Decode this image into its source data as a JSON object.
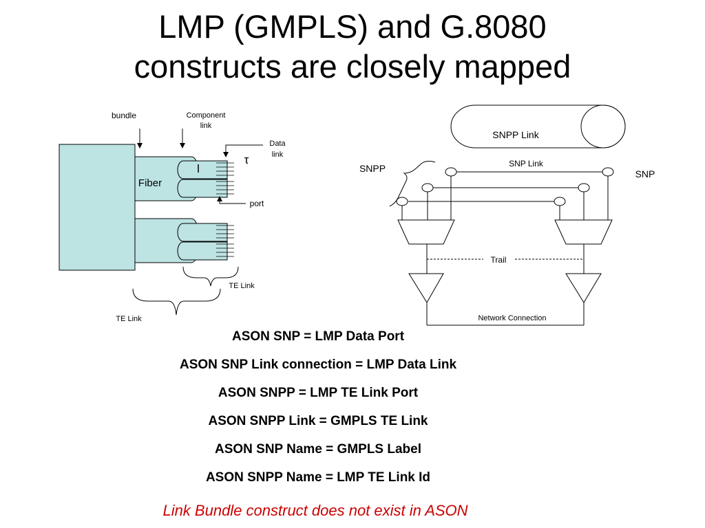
{
  "title": {
    "line1": "LMP (GMPLS) and G.8080",
    "line2": "constructs are closely mapped"
  },
  "left_diagram": {
    "bundle": "bundle",
    "component_link_1": "Component",
    "component_link_2": "link",
    "data_link_1": "Data",
    "data_link_2": "link",
    "lambda": "l",
    "tau": "τ",
    "fiber": "Fiber",
    "port": "port",
    "te_link_inner": "TE Link",
    "te_link_outer": "TE Link"
  },
  "right_diagram": {
    "snpp_link": "SNPP Link",
    "snpp": "SNPP",
    "snp_link": "SNP Link",
    "snp": "SNP",
    "trail": "Trail",
    "network_connection": "Network Connection"
  },
  "mappings": [
    "ASON SNP = LMP Data Port",
    "ASON SNP Link connection = LMP Data Link",
    "ASON SNPP = LMP TE Link Port",
    "ASON SNPP Link = GMPLS TE Link",
    "ASON SNP Name = GMPLS Label",
    "ASON SNPP Name = LMP TE Link Id"
  ],
  "note": "Link Bundle construct does not exist in ASON",
  "colors": {
    "box_fill": "#bde3e3",
    "note": "#cc0000"
  }
}
